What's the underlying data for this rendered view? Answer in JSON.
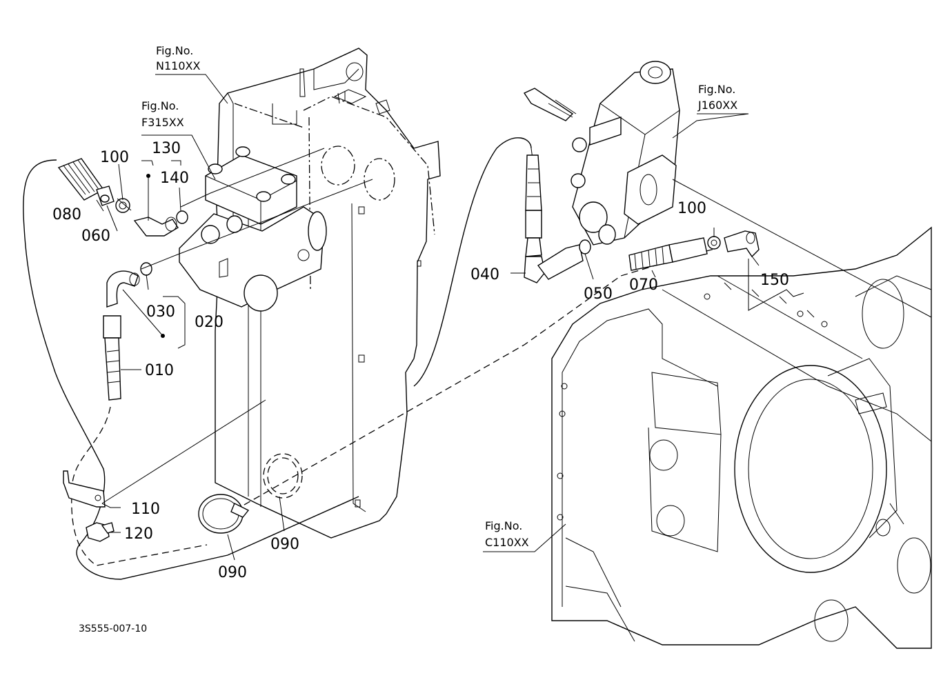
{
  "figure_refs": {
    "n110": {
      "line1": "Fig.No.",
      "line2": "N110XX"
    },
    "f315": {
      "line1": "Fig.No.",
      "line2": "F315XX"
    },
    "j160": {
      "line1": "Fig.No.",
      "line2": "J160XX"
    },
    "c110": {
      "line1": "Fig.No.",
      "line2": "C110XX"
    }
  },
  "callouts": {
    "p010": "010",
    "p020": "020",
    "p030": "030",
    "p040": "040",
    "p050": "050",
    "p060": "060",
    "p070": "070",
    "p080": "080",
    "p090a": "090",
    "p090b": "090",
    "p100a": "100",
    "p100b": "100",
    "p110": "110",
    "p120": "120",
    "p130": "130",
    "p140": "140",
    "p150": "150"
  },
  "drawing_code": "3S555-007-10"
}
